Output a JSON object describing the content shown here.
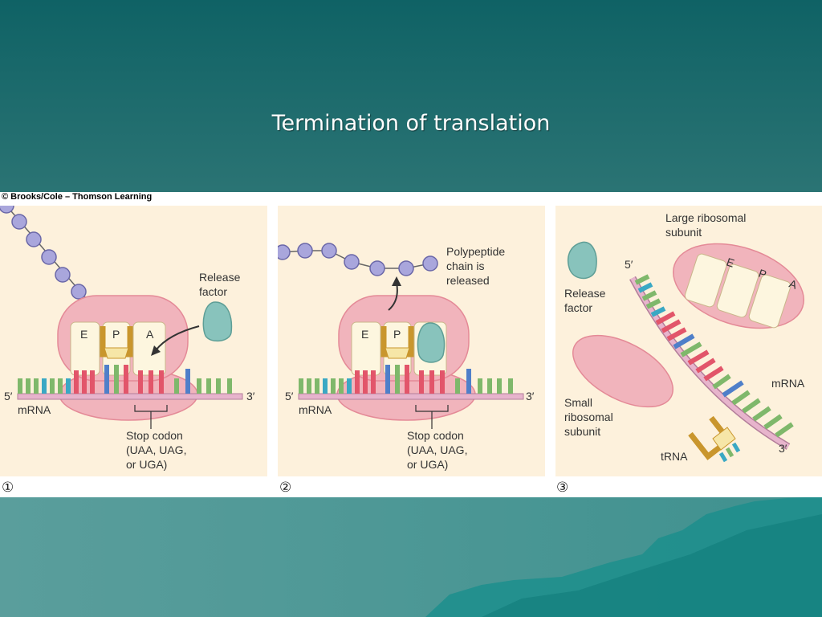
{
  "title": "Termination of translation",
  "copyright": "© Brooks/Cole – Thomson Learning",
  "colors": {
    "bg_top": "#0f6265",
    "bg_bottom": "#4a9996",
    "panel_bg": "#fdf1dc",
    "ribosome": "#f1b4bc",
    "release_factor": "#88c3bc",
    "amino_acid": "#a9a6dc",
    "mrna": "#e7b4cc"
  },
  "panels": [
    {
      "step": "①",
      "labels": {
        "release_factor": "Release\nfactor",
        "five_prime": "5′",
        "three_prime": "3′",
        "mrna": "mRNA",
        "stop_codon": "Stop codon\n(UAA, UAG,\nor UGA)",
        "site_e": "E",
        "site_p": "P",
        "site_a": "A"
      }
    },
    {
      "step": "②",
      "labels": {
        "polypeptide": "Polypeptide\nchain is\nreleased",
        "five_prime": "5′",
        "three_prime": "3′",
        "mrna": "mRNA",
        "stop_codon": "Stop codon\n(UAA, UAG,\nor UGA)",
        "site_e": "E",
        "site_p": "P"
      }
    },
    {
      "step": "③",
      "labels": {
        "large_subunit": "Large ribosomal\nsubunit",
        "release_factor": "Release\nfactor",
        "small_subunit": "Small\nribosomal\nsubunit",
        "mrna": "mRNA",
        "trna": "tRNA",
        "five_prime": "5′",
        "three_prime": "3′",
        "site_e": "E",
        "site_p": "P",
        "site_a": "A"
      }
    }
  ]
}
